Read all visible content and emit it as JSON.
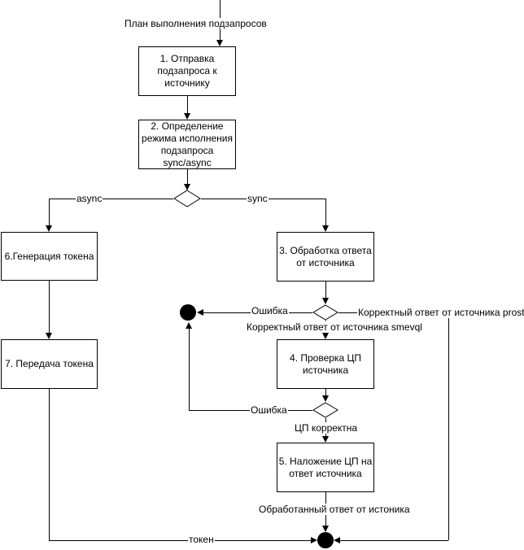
{
  "diagram": {
    "type": "flowchart-activity-diagram",
    "nodes": {
      "box1": "1. Отправка\nподзапроса к\nисточнику",
      "box2": "2. Определение\nрежима исполнения\nподзапроса\nsync/async",
      "box3": "3. Обработка ответа\nот источника",
      "box4": "4. Проверка ЦП\nисточника",
      "box5": "5. Наложение ЦП на\nответ источника",
      "box6": "6.Генерация токена",
      "box7": "7. Передача токена"
    },
    "edge_labels": {
      "start": "План выполнения подзапросов",
      "async": "async",
      "sync": "sync",
      "error1": "Ошибка",
      "error2": "Ошибка",
      "prostore": "Корректный ответ от источника prostore",
      "smevql": "Корректный ответ от источника smevql",
      "cp_ok": "ЦП корректна",
      "processed": "Обработанный ответ от истоника",
      "token": "токен"
    },
    "colors": {
      "line": "#000000",
      "node_fill": "#ffffff",
      "node_border": "#000000"
    }
  }
}
